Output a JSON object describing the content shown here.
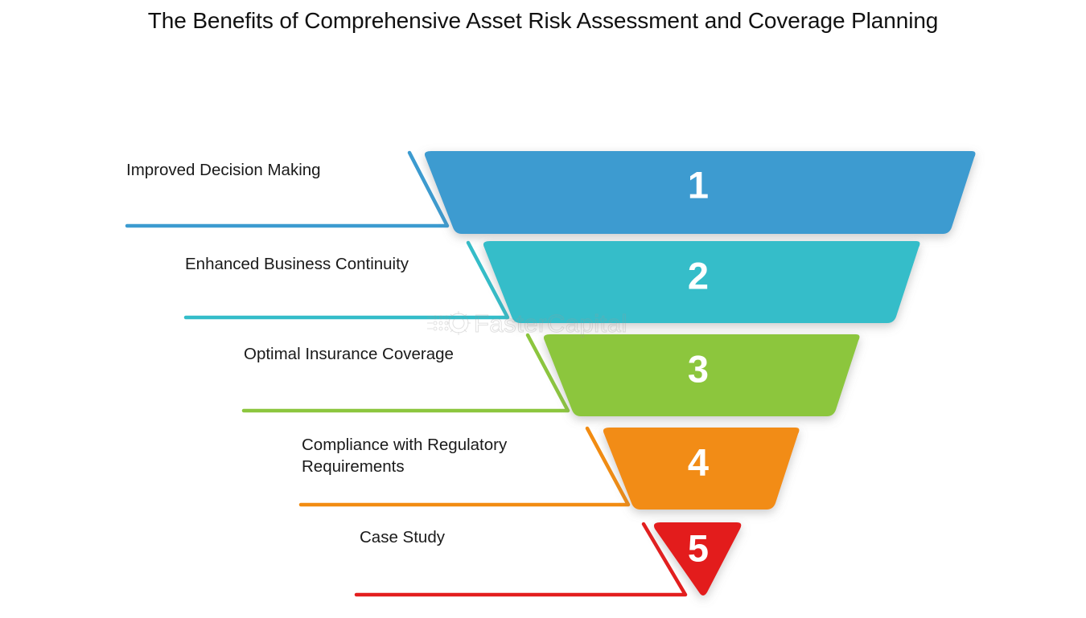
{
  "title": "The Benefits of Comprehensive Asset Risk Assessment and Coverage Planning",
  "watermark": {
    "text": "FasterCapital",
    "logo_icon": "gear-circuit-icon"
  },
  "chart_data": {
    "type": "funnel",
    "title": "The Benefits of Comprehensive Asset Risk Assessment and Coverage Planning",
    "categories": [
      "Improved Decision Making",
      "Enhanced Business Continuity",
      "Optimal Insurance Coverage",
      "Compliance with Regulatory\nRequirements",
      "Case Study"
    ],
    "values": [
      1,
      2,
      3,
      4,
      5
    ],
    "colors": [
      "#3c9bd0",
      "#34bdc9",
      "#8cc63e",
      "#f28c12",
      "#e31e1e"
    ],
    "legend": "none",
    "grid": false,
    "orientation": "vertical-descending"
  },
  "stages": [
    {
      "number": "1",
      "label": "Improved Decision Making",
      "color": "#3c9bd0",
      "shape": "trapezoid"
    },
    {
      "number": "2",
      "label": "Enhanced Business Continuity",
      "color": "#34bdc9",
      "shape": "trapezoid"
    },
    {
      "number": "3",
      "label": "Optimal Insurance Coverage",
      "color": "#8cc63e",
      "shape": "trapezoid"
    },
    {
      "number": "4",
      "label": "Compliance with Regulatory\nRequirements",
      "color": "#f28c12",
      "shape": "trapezoid"
    },
    {
      "number": "5",
      "label": "Case Study",
      "color": "#e31e1e",
      "shape": "triangle"
    }
  ]
}
